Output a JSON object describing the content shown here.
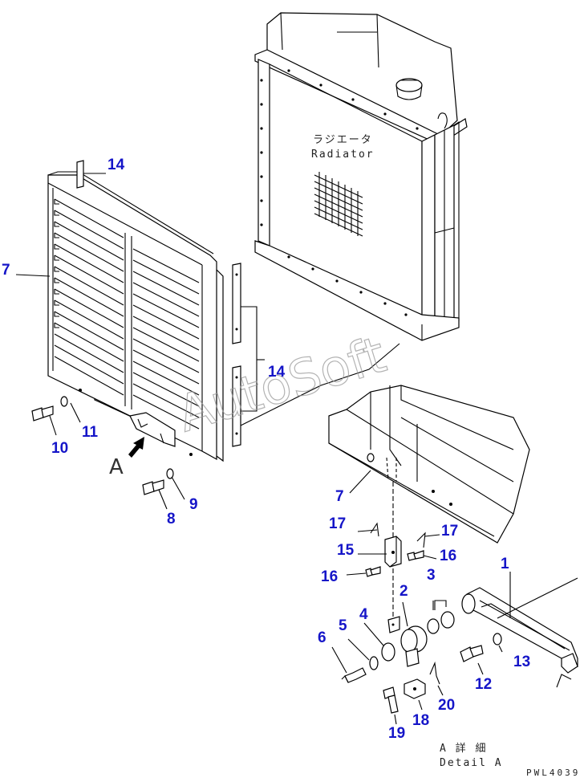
{
  "diagram": {
    "radiator_label_jp": "ラジエータ",
    "radiator_label_en": "Radiator",
    "view_marker": "A",
    "detail_label_jp": "A 詳 細",
    "detail_label_en": "Detail A",
    "watermark": "AutoSoft",
    "drawing_code": "PWL4039",
    "callouts": [
      {
        "id": "c14a",
        "text": "14"
      },
      {
        "id": "c7a",
        "text": "7"
      },
      {
        "id": "c14b",
        "text": "14"
      },
      {
        "id": "c11",
        "text": "11"
      },
      {
        "id": "c10",
        "text": "10"
      },
      {
        "id": "c9",
        "text": "9"
      },
      {
        "id": "c8",
        "text": "8"
      },
      {
        "id": "c7b",
        "text": "7"
      },
      {
        "id": "c17a",
        "text": "17"
      },
      {
        "id": "c17b",
        "text": "17"
      },
      {
        "id": "c15",
        "text": "15"
      },
      {
        "id": "c16a",
        "text": "16"
      },
      {
        "id": "c16b",
        "text": "16"
      },
      {
        "id": "c1",
        "text": "1"
      },
      {
        "id": "c3",
        "text": "3"
      },
      {
        "id": "c2",
        "text": "2"
      },
      {
        "id": "c4",
        "text": "4"
      },
      {
        "id": "c5",
        "text": "5"
      },
      {
        "id": "c6",
        "text": "6"
      },
      {
        "id": "c13",
        "text": "13"
      },
      {
        "id": "c12",
        "text": "12"
      },
      {
        "id": "c20",
        "text": "20"
      },
      {
        "id": "c18",
        "text": "18"
      },
      {
        "id": "c19",
        "text": "19"
      }
    ]
  }
}
